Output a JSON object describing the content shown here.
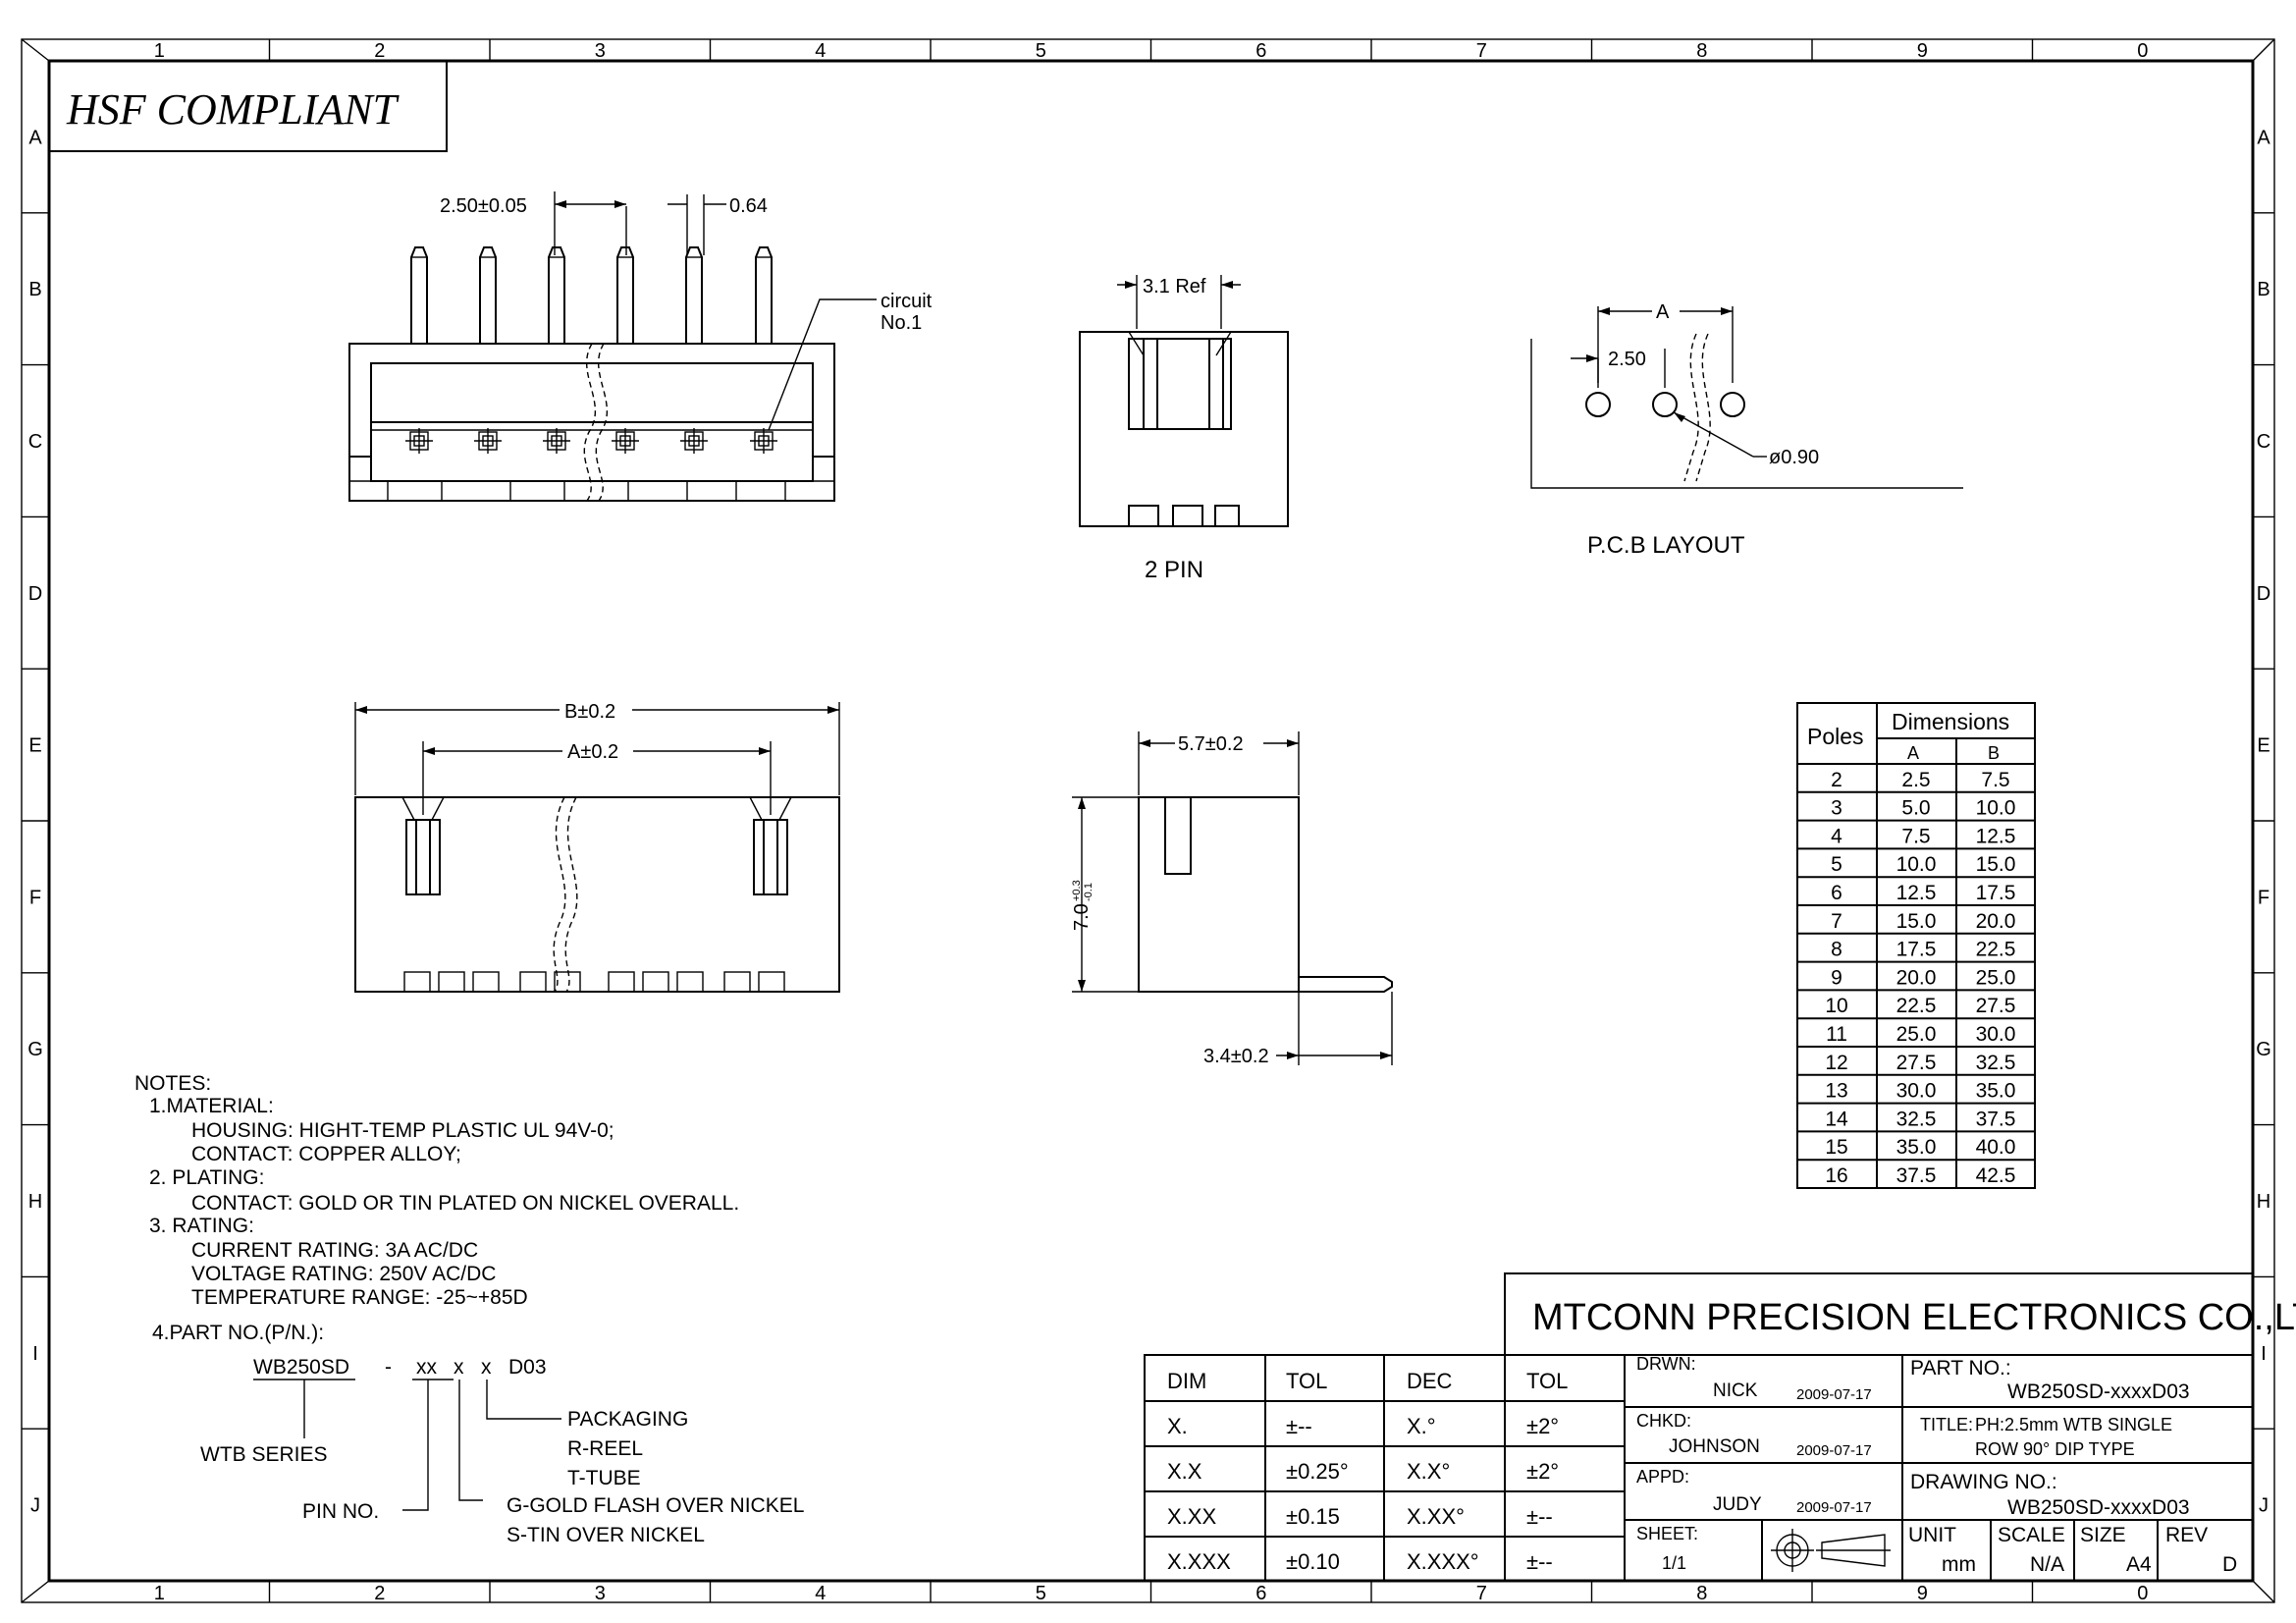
{
  "frame": {
    "columns_top": [
      "1",
      "2",
      "3",
      "4",
      "5",
      "6",
      "7",
      "8",
      "9",
      "0"
    ],
    "columns_bottom": [
      "1",
      "2",
      "3",
      "4",
      "5",
      "6",
      "7",
      "8",
      "9",
      "0"
    ],
    "rows": [
      "A",
      "B",
      "C",
      "D",
      "E",
      "F",
      "G",
      "H",
      "I",
      "J"
    ]
  },
  "badge": "HSF COMPLIANT",
  "front_view": {
    "pitch": "2.50±0.05",
    "pin_width": "0.64",
    "circuit_label_1": "circuit",
    "circuit_label_2": "No.1"
  },
  "two_pin_view": {
    "ref": "3.1 Ref",
    "caption": "2 PIN"
  },
  "pcb_layout": {
    "dim_a": "A",
    "dim_pitch": "2.50",
    "hole": "ø0.90",
    "caption": "P.C.B LAYOUT"
  },
  "top_view": {
    "dim_b": "B±0.2",
    "dim_a": "A±0.2"
  },
  "side_view": {
    "width": "5.7±0.2",
    "height": "7.0",
    "tol_up": "+0.3",
    "tol_down": "-0.1",
    "pin": "3.4±0.2"
  },
  "dimension_table": {
    "header_poles": "Poles",
    "header_dims": "Dimensions",
    "col_a": "A",
    "col_b": "B",
    "rows": [
      [
        "2",
        "2.5",
        "7.5"
      ],
      [
        "3",
        "5.0",
        "10.0"
      ],
      [
        "4",
        "7.5",
        "12.5"
      ],
      [
        "5",
        "10.0",
        "15.0"
      ],
      [
        "6",
        "12.5",
        "17.5"
      ],
      [
        "7",
        "15.0",
        "20.0"
      ],
      [
        "8",
        "17.5",
        "22.5"
      ],
      [
        "9",
        "20.0",
        "25.0"
      ],
      [
        "10",
        "22.5",
        "27.5"
      ],
      [
        "11",
        "25.0",
        "30.0"
      ],
      [
        "12",
        "27.5",
        "32.5"
      ],
      [
        "13",
        "30.0",
        "35.0"
      ],
      [
        "14",
        "32.5",
        "37.5"
      ],
      [
        "15",
        "35.0",
        "40.0"
      ],
      [
        "16",
        "37.5",
        "42.5"
      ]
    ]
  },
  "notes": {
    "title": "NOTES:",
    "lines": [
      "1.MATERIAL:",
      "HOUSING: HIGHT-TEMP PLASTIC UL 94V-0;",
      "CONTACT: COPPER ALLOY;",
      "2. PLATING:",
      "CONTACT: GOLD OR TIN PLATED ON NICKEL OVERALL.",
      "3. RATING:",
      "CURRENT RATING: 3A AC/DC",
      "VOLTAGE RATING: 250V AC/DC",
      "TEMPERATURE RANGE: -25~+85D",
      "4.PART NO.(P/N.):"
    ],
    "pn_code": "WB250SD",
    "pn_dash": "-",
    "pn_xx": "xx",
    "pn_x1": "x",
    "pn_x2": "x",
    "pn_d03": "D03",
    "packaging": "PACKAGING",
    "reel": "R-REEL",
    "tube": "T-TUBE",
    "wtb_series": "WTB SERIES",
    "gold": "G-GOLD FLASH OVER NICKEL",
    "tin": "S-TIN OVER NICKEL",
    "pin_no": "PIN NO."
  },
  "tolerance_table": {
    "headers": [
      "DIM",
      "TOL",
      "DEC",
      "TOL"
    ],
    "rows": [
      [
        "X.",
        "±--",
        "X.°",
        "±2°"
      ],
      [
        "X.X",
        "±0.25°",
        "X.X°",
        "±2°"
      ],
      [
        "X.XX",
        "±0.15",
        "X.XX°",
        "±--"
      ],
      [
        "X.XXX",
        "±0.10",
        "X.XXX°",
        "±--"
      ]
    ]
  },
  "title_block": {
    "company": "MTCONN PRECISION ELECTRONICS CO.,LTD",
    "drwn_label": "DRWN:",
    "drwn_name": "NICK",
    "drwn_date": "2009-07-17",
    "chkd_label": "CHKD:",
    "chkd_name": "JOHNSON",
    "chkd_date": "2009-07-17",
    "appd_label": "APPD:",
    "appd_name": "JUDY",
    "appd_date": "2009-07-17",
    "sheet_label": "SHEET:",
    "sheet_value": "1/1",
    "part_label": "PART NO.:",
    "part_value": "WB250SD-xxxxD03",
    "title_label": "TITLE:",
    "title_line1": "PH:2.5mm WTB SINGLE",
    "title_line2": "ROW 90° DIP TYPE",
    "drawing_label": "DRAWING NO.:",
    "drawing_value": "WB250SD-xxxxD03",
    "unit_label": "UNIT",
    "unit_value": "mm",
    "scale_label": "SCALE",
    "scale_value": "N/A",
    "size_label": "SIZE",
    "size_value": "A4",
    "rev_label": "REV",
    "rev_value": "D"
  }
}
